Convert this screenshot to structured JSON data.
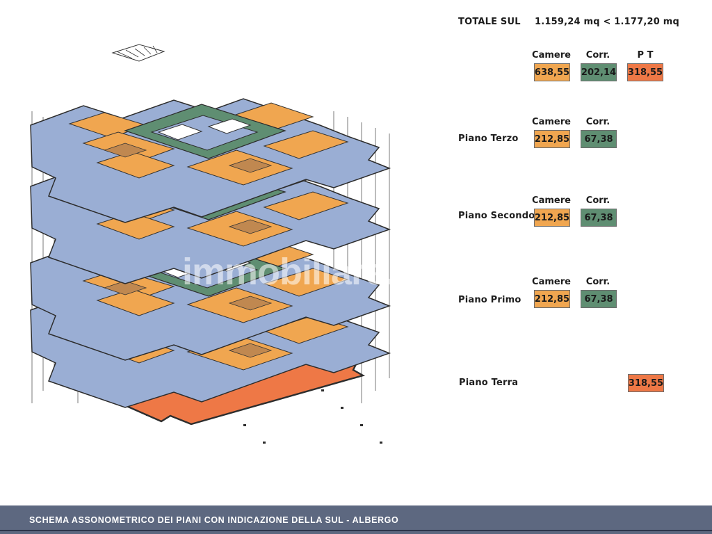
{
  "total": {
    "label": "TOTALE SUL",
    "value": "1.159,24 mq < 1.177,20 mq"
  },
  "summary": {
    "headers": [
      "Camere",
      "Corr.",
      "P T"
    ],
    "values": [
      "638,55",
      "202,14",
      "318,55"
    ]
  },
  "floors": [
    {
      "name": "Piano Terzo",
      "camere_header": "Camere",
      "corr_header": "Corr.",
      "camere": "212,85",
      "corr": "67,38"
    },
    {
      "name": "Piano Secondo",
      "camere_header": "Camere",
      "corr_header": "Corr.",
      "camere": "212,85",
      "corr": "67,38"
    },
    {
      "name": "Piano Primo",
      "camere_header": "Camere",
      "corr_header": "Corr.",
      "camere": "212,85",
      "corr": "67,38"
    }
  ],
  "ground": {
    "name": "Piano Terra",
    "value": "318,55"
  },
  "watermark": "immobiliare.it",
  "footer": "SCHEMA ASSONOMETRICO DEI PIANI CON INDICAZIONE DELLA SUL - ALBERGO",
  "colors": {
    "camere": "#f0a650",
    "corridoi": "#5f8e72",
    "piano_terra": "#ee7846",
    "slab": "#9aaed4",
    "footer": "#5d6880"
  }
}
